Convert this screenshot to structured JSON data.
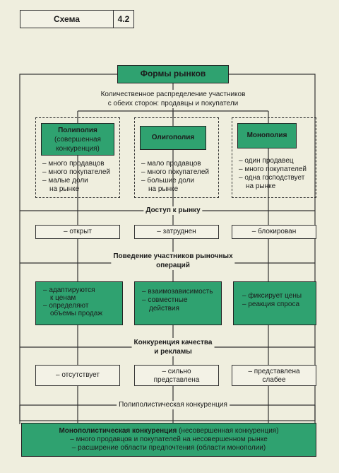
{
  "header": {
    "label": "Схема",
    "number": "4.2"
  },
  "title": "Формы рынков",
  "criteria": {
    "distribution_line1": "Количественное распределение участников",
    "distribution_line2": "с обеих сторон: продавцы и покупатели",
    "access": "Доступ к рынку",
    "behavior_line1": "Поведение участников рыночных",
    "behavior_line2": "операций",
    "quality_line1": "Конкуренция качества",
    "quality_line2": "и рекламы",
    "polypolistic": "Полиполистическая конкуренция"
  },
  "columns": [
    {
      "title_line1": "Полиполия",
      "title_line2": "(совершенная",
      "title_line3": "конкуренция)",
      "traits": [
        "много продавцов",
        "много покупателей",
        "малые доли"
      ],
      "traits_tail": "на рынке",
      "access": "– открыт",
      "behavior": [
        "адаптируются",
        "к ценам",
        "определяют",
        "объемы продаж"
      ],
      "quality": "– отсутствует"
    },
    {
      "title_line1": "Олигополия",
      "traits": [
        "мало продавцов",
        "много покупателей",
        "большие доли"
      ],
      "traits_tail": "на рынке",
      "access": "– затруднен",
      "behavior": [
        "взаимозависимость",
        "совместные",
        "действия"
      ],
      "quality_line1": "– сильно",
      "quality_line2": "представлена"
    },
    {
      "title_line1": "Монополия",
      "traits": [
        "один продавец",
        "много покупателей",
        "одна господствует"
      ],
      "traits_tail": "на рынке",
      "access": "– блокирован",
      "behavior": [
        "фиксирует цены",
        "реакция спроса"
      ],
      "quality_line1": "– представлена",
      "quality_line2": "слабее"
    }
  ],
  "bottom": {
    "title_bold": "Монополистическая конкуренция",
    "title_rest": "(несовершенная конкуренция)",
    "items": [
      "много продавцов и покупателей на несовершенном рынке",
      "расширение области предпочтения (области монополии)"
    ]
  }
}
